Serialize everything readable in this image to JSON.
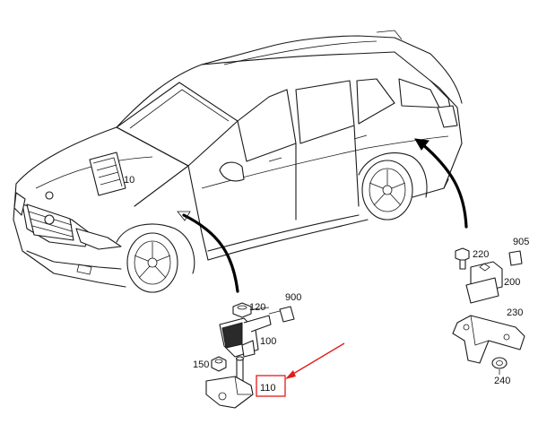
{
  "labels": {
    "p10": "10",
    "p100": "100",
    "p110": "110",
    "p120": "120",
    "p150": "150",
    "p200": "200",
    "p220": "220",
    "p230": "230",
    "p240": "240",
    "p900": "900",
    "p905": "905"
  },
  "colors": {
    "line": "#1a1a1a",
    "highlight": "#e21b1b",
    "background": "#ffffff"
  }
}
